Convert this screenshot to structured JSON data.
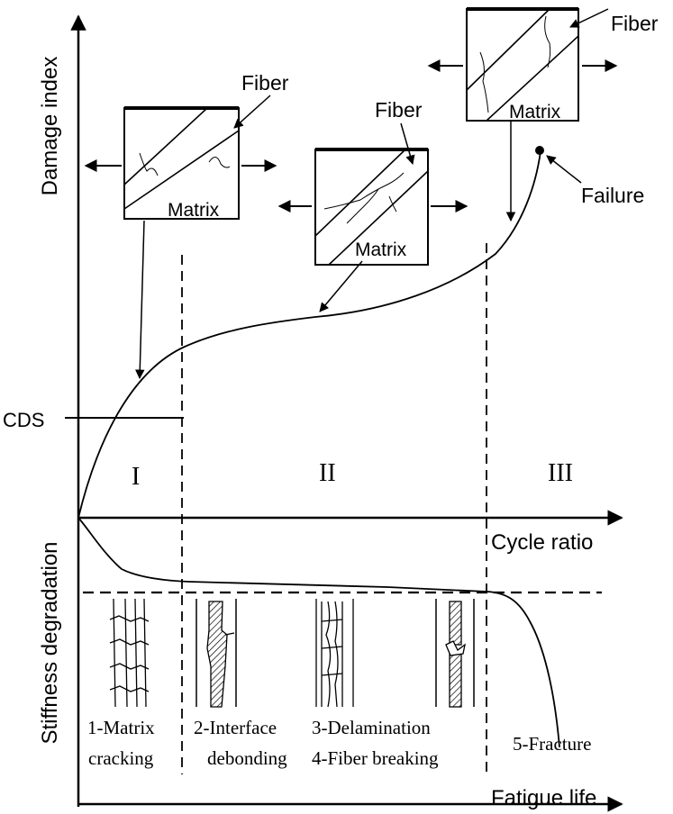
{
  "axes": {
    "damage_axis_label": "Damage index",
    "stiffness_axis_label": "Stiffness degradation",
    "cycle_axis_label": "Cycle ratio",
    "fatigue_axis_label": "Fatigue life",
    "cds_label": "CDS"
  },
  "regions": {
    "stage_1": "I",
    "stage_2": "II",
    "stage_3": "III"
  },
  "schematics": [
    {
      "fiber_label": "Fiber",
      "matrix_label": "Matrix"
    },
    {
      "fiber_label": "Fiber",
      "matrix_label": "Matrix"
    },
    {
      "fiber_label": "Fiber",
      "matrix_label": "Matrix"
    }
  ],
  "failure_label": "Failure",
  "mechanisms": {
    "m1_line1": "1-Matrix",
    "m1_line2": "cracking",
    "m2_line1": "2-Interface",
    "m2_line2": "debonding",
    "m3_line1": "3-Delamination",
    "m3_line2": "4-Fiber breaking",
    "m5": "5-Fracture"
  },
  "colors": {
    "ink": "#000000",
    "background": "#ffffff"
  }
}
